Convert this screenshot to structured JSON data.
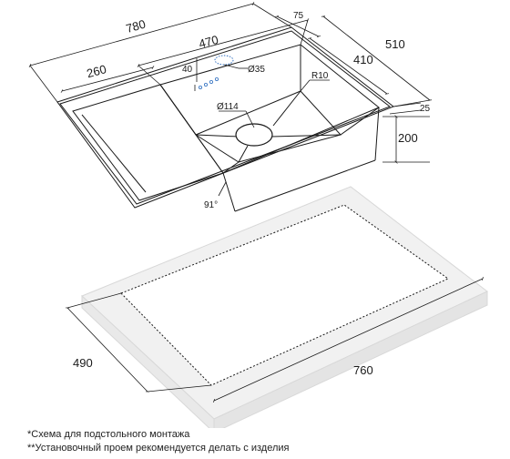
{
  "dimensions": {
    "overall_width": "780",
    "bowl_width": "470",
    "drainboard_width": "260",
    "flange_75": "75",
    "overall_depth": "510",
    "bowl_depth": "410",
    "rim_25": "25",
    "bowl_height": "200",
    "tap_offset": "40",
    "tap_hole": "Ø35",
    "corner_radius": "R10",
    "drain_hole": "Ø114",
    "angle": "91°",
    "cutout_depth": "490",
    "cutout_width": "760"
  },
  "notes": [
    "*Схема для подстольного монтажа",
    "**Установочный проем рекомендуется делать с изделия"
  ],
  "colors": {
    "line": "#1a1a1a",
    "ring_accent": "#2f6fc0",
    "countertop": "#f2f2f2"
  }
}
